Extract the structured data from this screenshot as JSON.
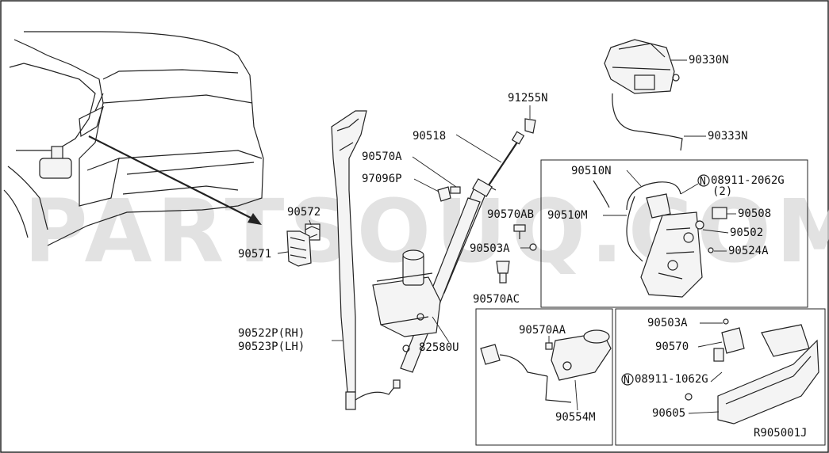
{
  "watermark": "PARTSOUQ.COM",
  "drawing_code": "R905001J",
  "labels": {
    "p90330N": "90330N",
    "p90333N": "90333N",
    "p91255N": "91255N",
    "p90518": "90518",
    "p90570A": "90570A",
    "p97096P": "97096P",
    "p90570AB": "90570AB",
    "p90503A_top": "90503A",
    "p90570AC": "90570AC",
    "p90572": "90572",
    "p90571": "90571",
    "p90522P": "90522P(RH)",
    "p90523P": "90523P(LH)",
    "p82580U": "82580U",
    "p90510N": "90510N",
    "p90510M": "90510M",
    "p08911_2062G": "08911-2062G",
    "p08911_2062G_qty": "(2)",
    "p90508": "90508",
    "p90502": "90502",
    "p90524A": "90524A",
    "p90570AA": "90570AA",
    "p90554M": "90554M",
    "p90503A_bot": "90503A",
    "p90570": "90570",
    "p08911_1062G": "08911-1062G",
    "p90605": "90605"
  },
  "nut_symbol": "N"
}
